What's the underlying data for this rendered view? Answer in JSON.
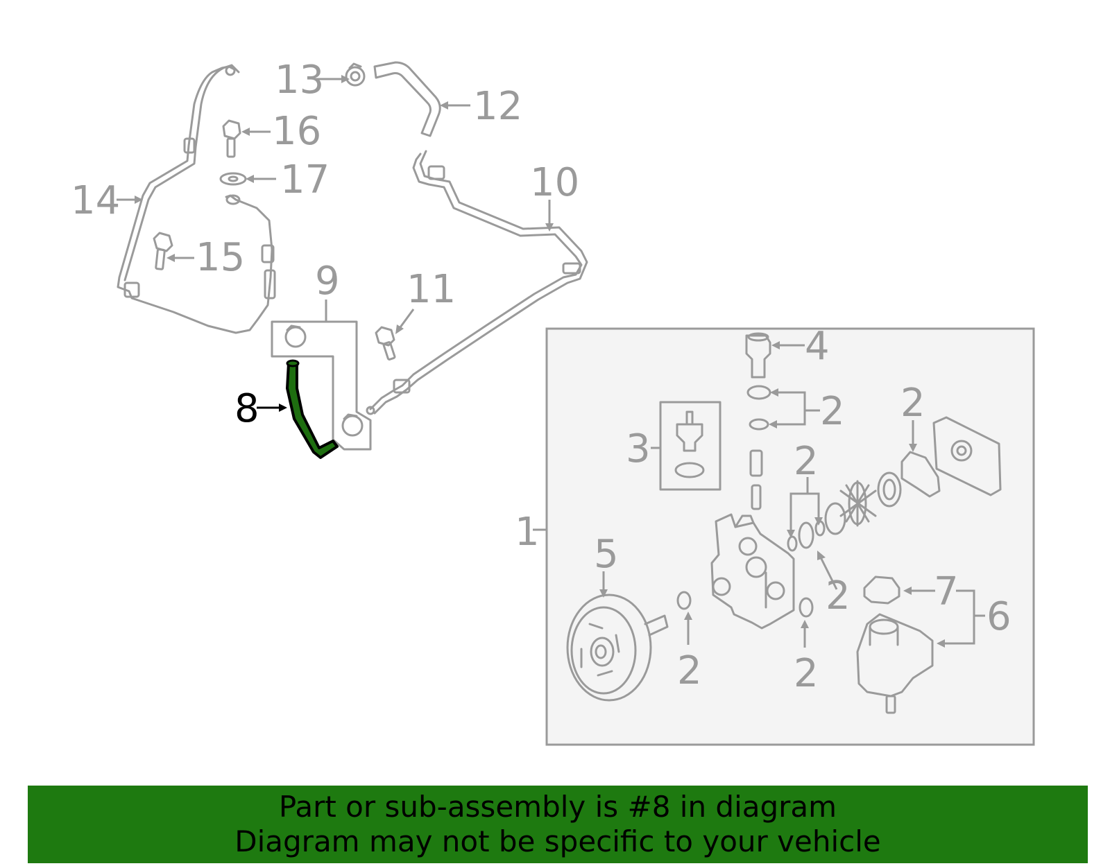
{
  "colors": {
    "part_stroke": "#9a9a9a",
    "label_text": "#9a9a9a",
    "highlight_fill": "#1e6e10",
    "highlight_label": "#000000",
    "banner_bg": "#1e7a10",
    "banner_text": "#000000",
    "assembly_box_bg": "#f4f4f4"
  },
  "callouts": {
    "c1": "1",
    "c2": "2",
    "c3": "3",
    "c4": "4",
    "c5": "5",
    "c6": "6",
    "c7": "7",
    "c8": "8",
    "c9": "9",
    "c10": "10",
    "c11": "11",
    "c12": "12",
    "c13": "13",
    "c14": "14",
    "c15": "15",
    "c16": "16",
    "c17": "17"
  },
  "highlighted_part": "8",
  "banner": {
    "line1": "Part or sub-assembly is #8 in diagram",
    "line2": "Diagram may not be specific to your vehicle"
  }
}
